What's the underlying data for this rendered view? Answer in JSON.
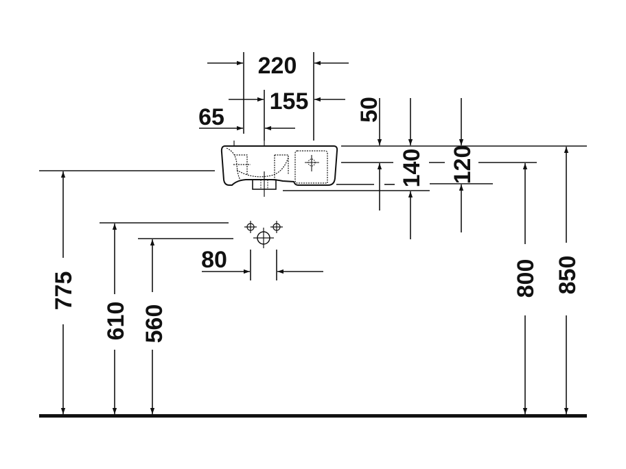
{
  "diagram": {
    "type": "technical-dimension-drawing",
    "subject": "wall-mounted hand basin installation elevation",
    "colors": {
      "line": "#111111",
      "background": "#ffffff"
    },
    "dimensions": {
      "width_outer": "220",
      "width_inner": "155",
      "offset_left": "65",
      "depth_top": "50",
      "depth_140": "140",
      "depth_120": "120",
      "tap_spacing": "80",
      "height_775": "775",
      "height_610": "610",
      "height_560": "560",
      "height_800": "800",
      "height_850": "850"
    },
    "elements": [
      {
        "name": "basin-front-view",
        "kind": "fixture"
      },
      {
        "name": "water-connection-symbols",
        "kind": "connections",
        "count": 3
      },
      {
        "name": "floor-line",
        "kind": "reference"
      }
    ]
  }
}
